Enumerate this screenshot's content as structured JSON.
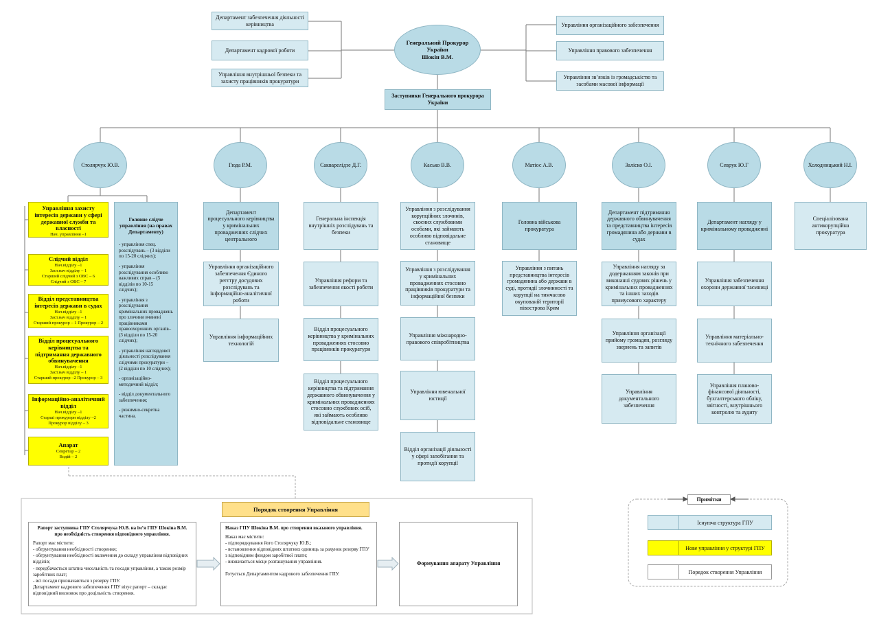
{
  "top": {
    "general": [
      "Генеральний Прокурор",
      "України",
      "Шокін В.М."
    ],
    "deputies_box": "Заступники Генерального прокурора України",
    "left_depts": [
      "Департамент забезпечення діяльності керівництва",
      "Департамент кадрової роботи",
      "Управління внутрішньої безпеки та захисту працівників прокуратури"
    ],
    "right_depts": [
      "Управління організаційного забезпечення",
      "Управління правового забезпечення",
      "Управління зв’язків із громадськістю та засобами масової інформації"
    ]
  },
  "deputies": [
    "Столярчук Ю.В.",
    "Гюда Р.М.",
    "Сакварелідзе Д.Г.",
    "Касько В.В.",
    "Матіос А.В.",
    "Заліско О.І.",
    "Севрук Ю.Г",
    "Холодницький Н.І."
  ],
  "stoliarchuk_new": [
    {
      "title": "Управління захисту інтересів держави у сфері державної служби та власності",
      "sub": [
        "Нач. управління –1"
      ]
    },
    {
      "title": "Слідчий відділ",
      "sub": [
        "Нач.відділу –1",
        "Заст.нач відділу – 1",
        "Старший слідчий з ОВС – 6",
        "Слідчий з ОВС – 7"
      ]
    },
    {
      "title": "Відділ представництва інтересів держави в судах",
      "sub": [
        "Нач.відділу –1",
        "Заст.нач відділу – 1",
        "Старший прокурор – 1 Прокурор – 2"
      ]
    },
    {
      "title": "Відділ процесуального керівництва та підтримання державного обвинувачення",
      "sub": [
        "Нач.відділу –1",
        "Заст.нач відділу – 1",
        "Старший прокурор –2 Прокурор – 3"
      ]
    },
    {
      "title": "Інформаційно-аналітичний відділ",
      "sub": [
        "Нач.відділу –1",
        "Старші прокурори відділу –2",
        "Прокурор відділу – 3"
      ]
    },
    {
      "title": "Апарат",
      "sub": [
        "Секретар – 2",
        "Водій – 2"
      ]
    }
  ],
  "glavnoe": {
    "title": "Головне слідче управління (на правах Департаменту)",
    "items": [
      "- управління спец. розслідувань – (3 відділи по 15-20 слідчих);",
      "- управління розслідування особливо важливих справ – (5 відділів по 10-15 слідчих);",
      "- управління з розслідування кримінальних проваджень про злочини вчинені працівниками правоохоронних органів– (3 відділи по 15-20 слідчих);",
      "- управління нагляддової діяльності розслідування слідчими прокуратури – (2 відділи по 10 слідчих);",
      "- організаційно-методичний відділ;",
      "- відділ документального забезпечення;",
      "- режимно-секретна частина."
    ]
  },
  "columns": {
    "gyuda": [
      "Департамент процесуального керівництва у кримінальних провадженнях слідчих центрального",
      "Управління організаційного забезпечення Єдиного регєтру досудових розслідувань та інформаційно-аналітичної роботи",
      "Управління інформаційних технологій"
    ],
    "sakvarelidze": [
      "Генеральна інспекція внутрішніх розслідувань та безпеки",
      "Управління реформ та забезпечення якості роботи",
      "Відділ процесуального керівництва у кримінальних провадженнях стосовно працівників прокуратури",
      "Відділ процесуального керівництва та підтримання державного обвинувачення у кримінальних провадженнях стосовно службових осіб, які займають особливо відповідальне становище"
    ],
    "kasko": [
      "Управління з розслідування корупційних злочинів, скоєних службовими особами, які займають особливо відповідальне становище",
      "Управління з розслідування у кримінальних провадженнях стосовно працівників прокуратури та інформаційної безпеки",
      "Управління міжнародно-правового співробітництва",
      "Управління ювенальної юстиції",
      "Відділ організації діяльності у сфері запобігання та протидії корупції"
    ],
    "matios": [
      "Головна військова прокуратура",
      "Управління з питань представництва інтересів громадянина або держави в суді, протидії злочинності та корупції на тимчасово окупованій території півострова Крим"
    ],
    "zalisko": [
      "Департамент підтримання державного обвинувачення та представництва інтересів громадянина або держави в судах",
      "Управління нагляду за додержанням законів при виконанні судових рішень у кримінальних провадженнях та інших заходів примусового характеру",
      "Управління організації прийому громадян, розгляду звернень та запитів",
      "Управління документального забезпечення"
    ],
    "sevruk": [
      "Департамент нагляду у кримінальному провадженні",
      "Управління забезпечення охорони державної таємниці",
      "Управління матеріально-технічного забезпечення",
      "Управління планово-фінансової діяльності, бухгалтерського обліку, звітності, внутрішнього контролю та аудиту"
    ],
    "kholodnytskyi": [
      "Спеціалізована антикорупційна прокуратура"
    ]
  },
  "procedure": {
    "title": "Порядок створення Управління",
    "report": {
      "heading": "Рапорт заступника ГПУ Столярчука Ю.В. на ім’я ГПУ Шокіна В.М. про необхідність створення відповідного управління.",
      "lines": [
        "Рапорт має містити:",
        "-        обгрунтування необхідності створення;",
        "-        обгрунтування необхідності включення до складу управління відповідних відділів;",
        "-        передбачається штатна чисельність та посади управління, а також розмір заробітних плат;",
        "-        всі посади призначаються з резерву ГПУ.",
        "Департамент кадрового забезпечення ГПУ візує рапорт – складає відповідний висновок про доцільність створення."
      ]
    },
    "order": {
      "heading": "Наказ ГПУ Шокіна В.М. про створення вказаного управління.",
      "lines": [
        "Наказ має містити:",
        "-  підпорядкування його Столярчуку Ю.В.;",
        "-  встановлення відповідних штатних одиниць за рахунок резерву ГПУ з відповідним фондом заробітної плати;",
        "-  визначається місце розташування управління.",
        "",
        "Готується Департаментом кадрового забезпечення ГПУ."
      ]
    },
    "formation": "Формування апарату Управління"
  },
  "legend": {
    "title": "Примітки",
    "items": [
      {
        "label": "Існуюча структура ГПУ",
        "color": "#d6eaf1"
      },
      {
        "label": "Нове управління у структурі ГПУ",
        "color": "#ffff00"
      },
      {
        "label": "Порядок створення Управління",
        "color": "#ffffff"
      }
    ]
  },
  "colors": {
    "existing": "#d6eaf1",
    "existing_dark": "#b9dbe6",
    "new": "#ffff00",
    "procedure_title": "#ffe08a"
  }
}
